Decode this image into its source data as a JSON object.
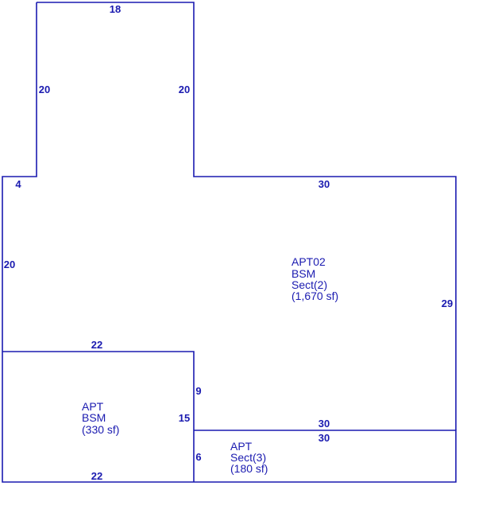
{
  "stroke_color": "#1a1ab0",
  "dimensions": {
    "top_width": "18",
    "top_left_side": "20",
    "top_right_side": "20",
    "left_step": "4",
    "main_top": "30",
    "main_left_side": "20",
    "main_right_side": "29",
    "apt_top": "22",
    "apt_bottom": "22",
    "apt_right_upper": "9",
    "apt_right_total": "15",
    "apt_right_lower": "6",
    "sect3_top_a": "30",
    "sect3_top_b": "30"
  },
  "areas": {
    "apt02": {
      "line1": "APT02",
      "line2": "BSM",
      "line3": "Sect(2)",
      "line4": "(1,670 sf)"
    },
    "apt": {
      "line1": "APT",
      "line2": "BSM",
      "line3": "(330 sf)"
    },
    "sect3": {
      "line1": "APT",
      "line2": "Sect(3)",
      "line3": "(180 sf)"
    }
  }
}
